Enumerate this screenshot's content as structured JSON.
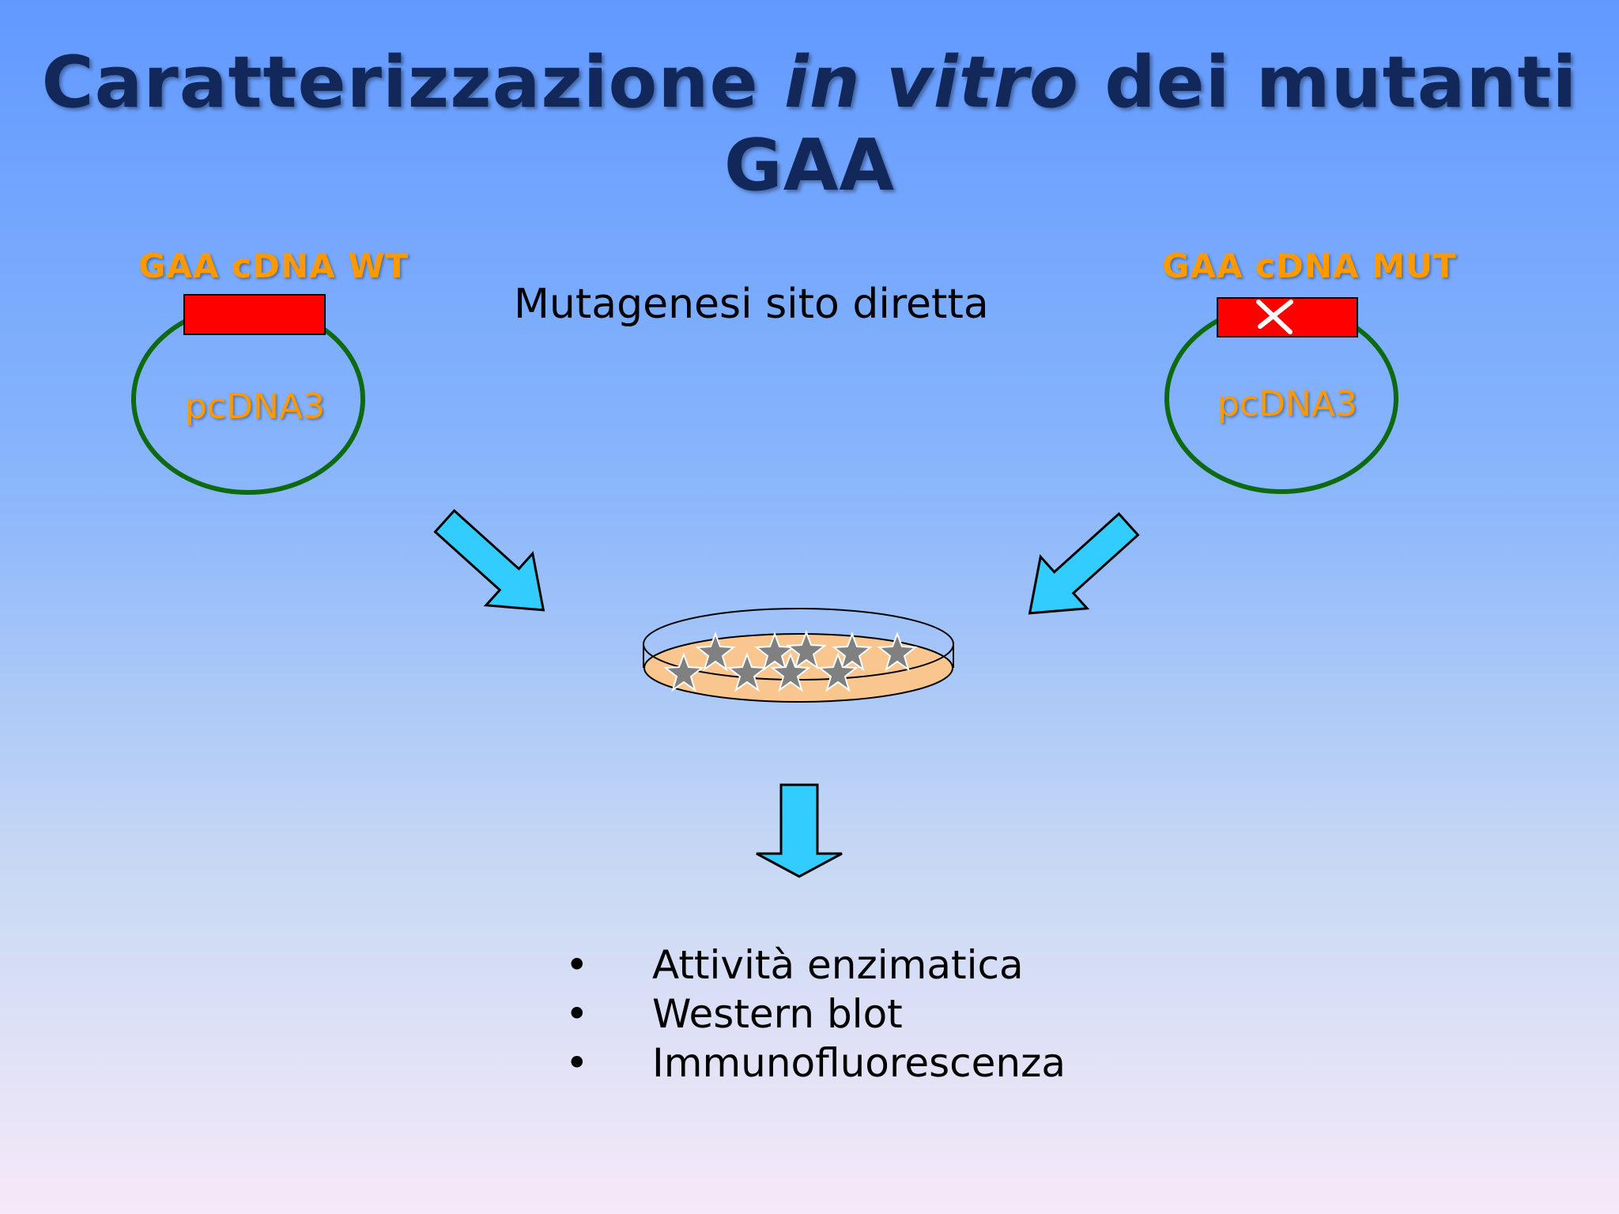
{
  "title": {
    "part1": "Caratterizzazione ",
    "part2": "in vitro",
    "part3": " dei mutanti GAA"
  },
  "wt": {
    "label": "GAA cDNA WT",
    "plasmid": "pcDNA3"
  },
  "mut": {
    "label": "GAA cDNA MUT",
    "plasmid": "pcDNA3"
  },
  "center_label": "Mutagenesi sito diretta",
  "bullets": [
    {
      "mark": "•",
      "text": "Attività enzimatica"
    },
    {
      "mark": "•",
      "text": "Western blot"
    },
    {
      "mark": "•",
      "text": "Immunofluorescenza"
    }
  ],
  "colors": {
    "plasmid_ring": "#0d6a10",
    "insert": "#ff0000",
    "arrow_fill": "#33ccff",
    "dish_fill": "#f8c68e",
    "cells": "#808080"
  }
}
